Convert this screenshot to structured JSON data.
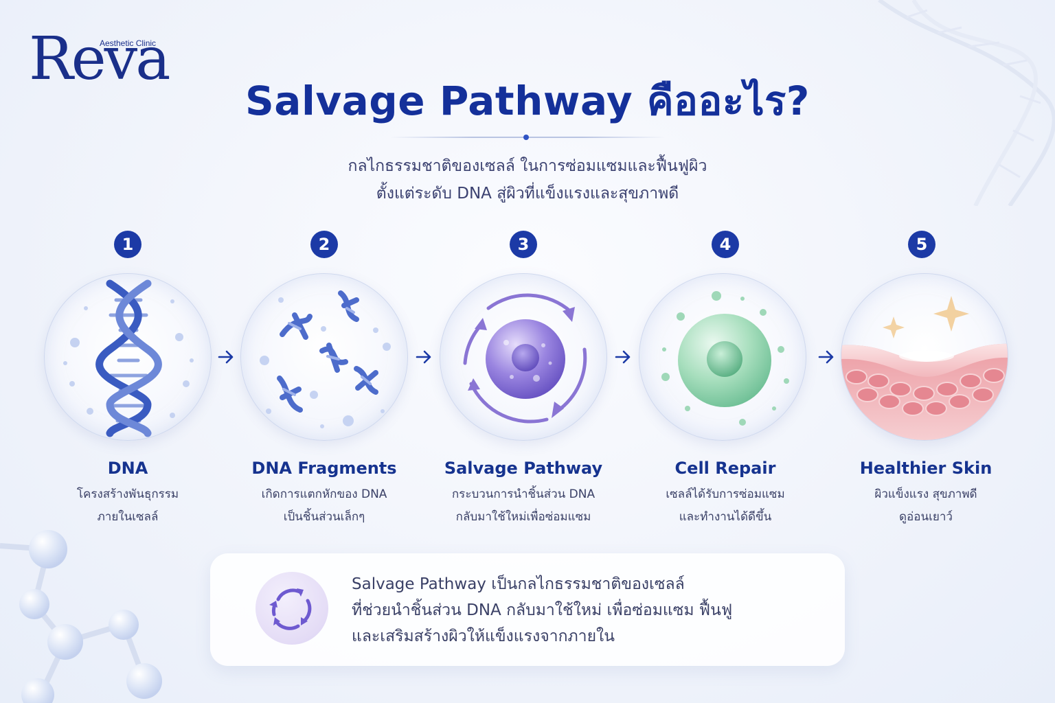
{
  "brand": {
    "name": "Reva",
    "tagline": "Aesthetic Clinic"
  },
  "header": {
    "title": "Salvage Pathway คืออะไร?",
    "subtitle_line1": "กลไกธรรมชาติของเซลล์ ในการซ่อมแซมและฟื้นฟูผิว",
    "subtitle_line2": "ตั้งแต่ระดับ DNA สู่ผิวที่แข็งแรงและสุขภาพดี"
  },
  "steps": [
    {
      "number": "1",
      "title": "DNA",
      "desc_line1": "โครงสร้างพันธุกรรม",
      "desc_line2": "ภายในเซลล์",
      "icon": "dna-helix-icon"
    },
    {
      "number": "2",
      "title": "DNA Fragments",
      "desc_line1": "เกิดการแตกหักของ DNA",
      "desc_line2": "เป็นชิ้นส่วนเล็กๆ",
      "icon": "dna-fragments-icon"
    },
    {
      "number": "3",
      "title": "Salvage Pathway",
      "desc_line1": "กระบวนการนำชิ้นส่วน DNA",
      "desc_line2": "กลับมาใช้ใหม่เพื่อซ่อมแซม",
      "icon": "cycle-cell-icon"
    },
    {
      "number": "4",
      "title": "Cell Repair",
      "desc_line1": "เซลล์ได้รับการซ่อมแซม",
      "desc_line2": "และทำงานได้ดีขึ้น",
      "icon": "green-cell-icon"
    },
    {
      "number": "5",
      "title": "Healthier Skin",
      "desc_line1": "ผิวแข็งแรง สุขภาพดี",
      "desc_line2": "ดูอ่อนเยาว์",
      "icon": "skin-layer-icon"
    }
  ],
  "info": {
    "line1": "Salvage Pathway เป็นกลไกธรรมชาติของเซลล์",
    "line2": "ที่ช่วยนำชิ้นส่วน DNA กลับมาใช้ใหม่ เพื่อซ่อมแซม ฟื้นฟู",
    "line3": "และเสริมสร้างผิวให้แข็งแรงจากภายใน",
    "icon": "recycle-arrows-icon"
  },
  "colors": {
    "primary": "#1c3aa6",
    "purple": "#8a75d4",
    "green": "#6fc79a",
    "pink": "#e98f98"
  }
}
